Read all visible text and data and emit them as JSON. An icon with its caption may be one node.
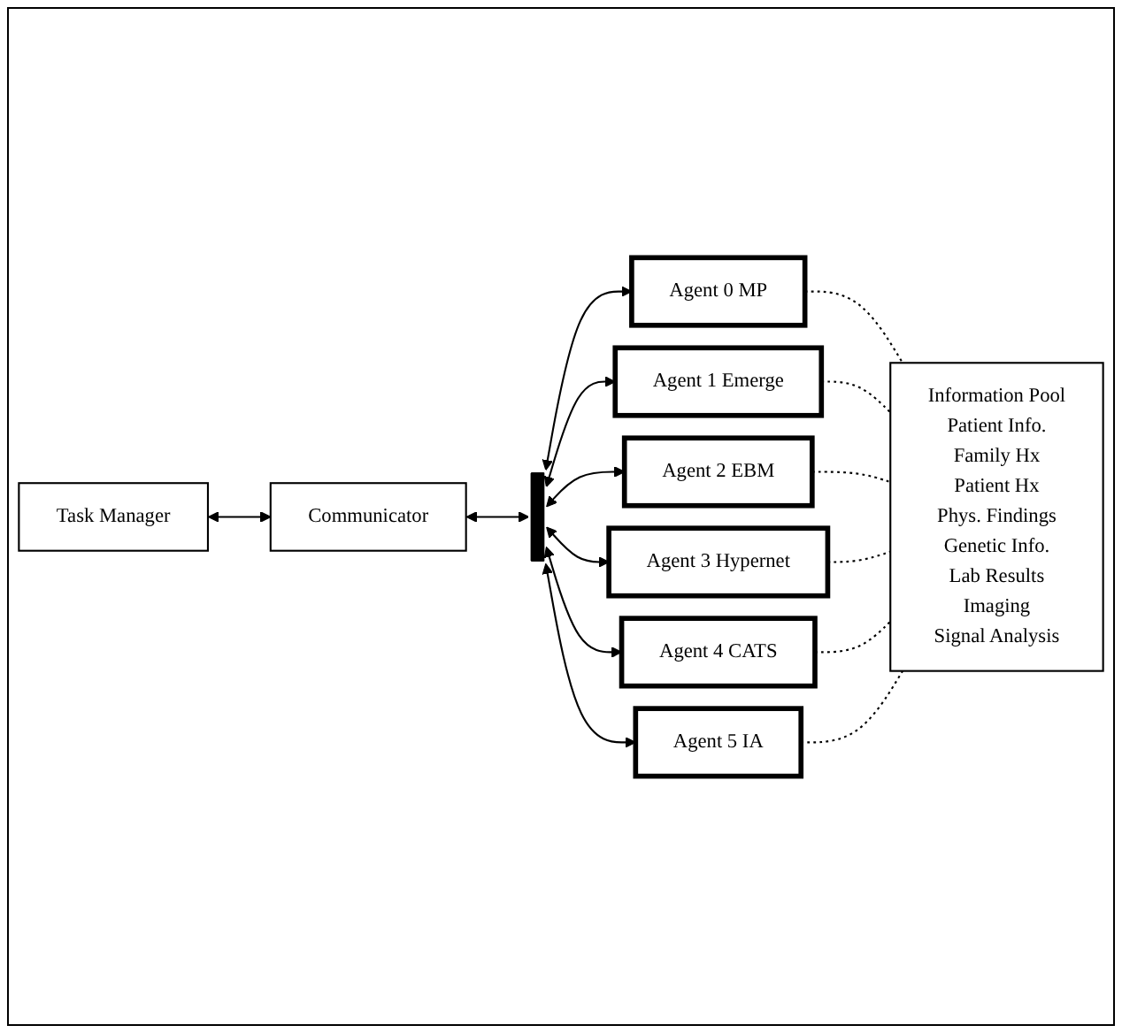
{
  "diagram": {
    "nodes": [
      {
        "text": [
          "Task Manager"
        ]
      },
      {
        "text": [
          "Communicator"
        ]
      },
      {
        "text": [],
        "shape": "bar"
      },
      {
        "text": [
          "Agent 0 MP"
        ]
      },
      {
        "text": [
          "Agent 1 Emerge"
        ]
      },
      {
        "text": [
          "Agent 2 EBM"
        ]
      },
      {
        "text": [
          "Agent 3 Hypernet"
        ]
      },
      {
        "text": [
          "Agent 4 CATS"
        ]
      },
      {
        "text": [
          "Agent 5 IA"
        ]
      },
      {
        "text": [
          "Information Pool",
          "Patient Info.",
          "Family Hx",
          "Patient Hx",
          "Phys. Findings",
          "Genetic Info.",
          "Lab Results",
          "Imaging",
          "Signal Analysis"
        ]
      }
    ],
    "edges": [
      {
        "from": 0,
        "to": 1,
        "arrow": "both"
      },
      {
        "from": 1,
        "to": 2,
        "arrow": "both"
      },
      {
        "from": 2,
        "to": 3,
        "arrow": "both"
      },
      {
        "from": 2,
        "to": 4,
        "arrow": "both"
      },
      {
        "from": 2,
        "to": 5,
        "arrow": "both"
      },
      {
        "from": 2,
        "to": 6,
        "arrow": "both"
      },
      {
        "from": 2,
        "to": 7,
        "arrow": "both"
      },
      {
        "from": 2,
        "to": 8,
        "arrow": "both"
      },
      {
        "from": 3,
        "to": 9,
        "arrow": "none",
        "style": "dashed"
      },
      {
        "from": 4,
        "to": 9,
        "arrow": "none",
        "style": "dashed"
      },
      {
        "from": 5,
        "to": 9,
        "arrow": "none",
        "style": "dashed"
      },
      {
        "from": 6,
        "to": 9,
        "arrow": "none",
        "style": "dashed"
      },
      {
        "from": 7,
        "to": 9,
        "arrow": "none",
        "style": "dashed"
      },
      {
        "from": 8,
        "to": 9,
        "arrow": "none",
        "style": "dashed"
      }
    ]
  }
}
